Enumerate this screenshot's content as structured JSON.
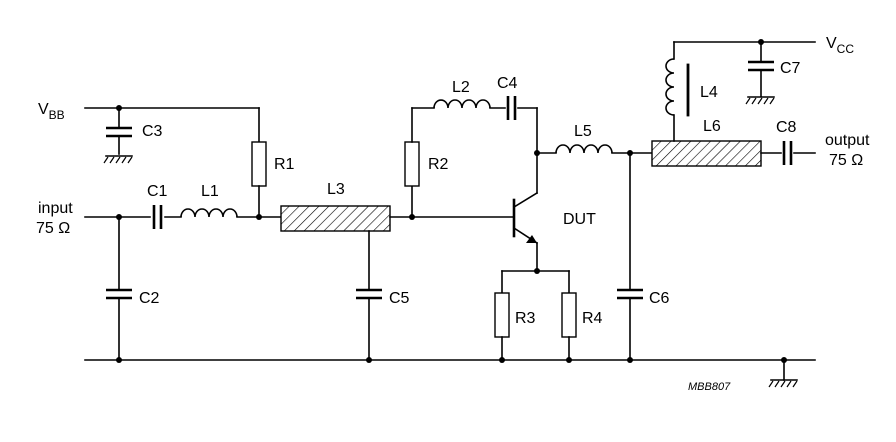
{
  "nets": {
    "vbb": {
      "main": "V",
      "sub": "BB"
    },
    "vcc": {
      "main": "V",
      "sub": "CC"
    }
  },
  "ports": {
    "input": {
      "line1": "input",
      "line2": "75 Ω"
    },
    "output": {
      "line1": "output",
      "line2": "75 Ω"
    }
  },
  "components": {
    "C1": "C1",
    "C2": "C2",
    "C3": "C3",
    "C4": "C4",
    "C5": "C5",
    "C6": "C6",
    "C7": "C7",
    "C8": "C8",
    "L1": "L1",
    "L2": "L2",
    "L3": "L3",
    "L4": "L4",
    "L5": "L5",
    "L6": "L6",
    "R1": "R1",
    "R2": "R2",
    "R3": "R3",
    "R4": "R4",
    "DUT": "DUT"
  },
  "figure_ref": "MBB807"
}
